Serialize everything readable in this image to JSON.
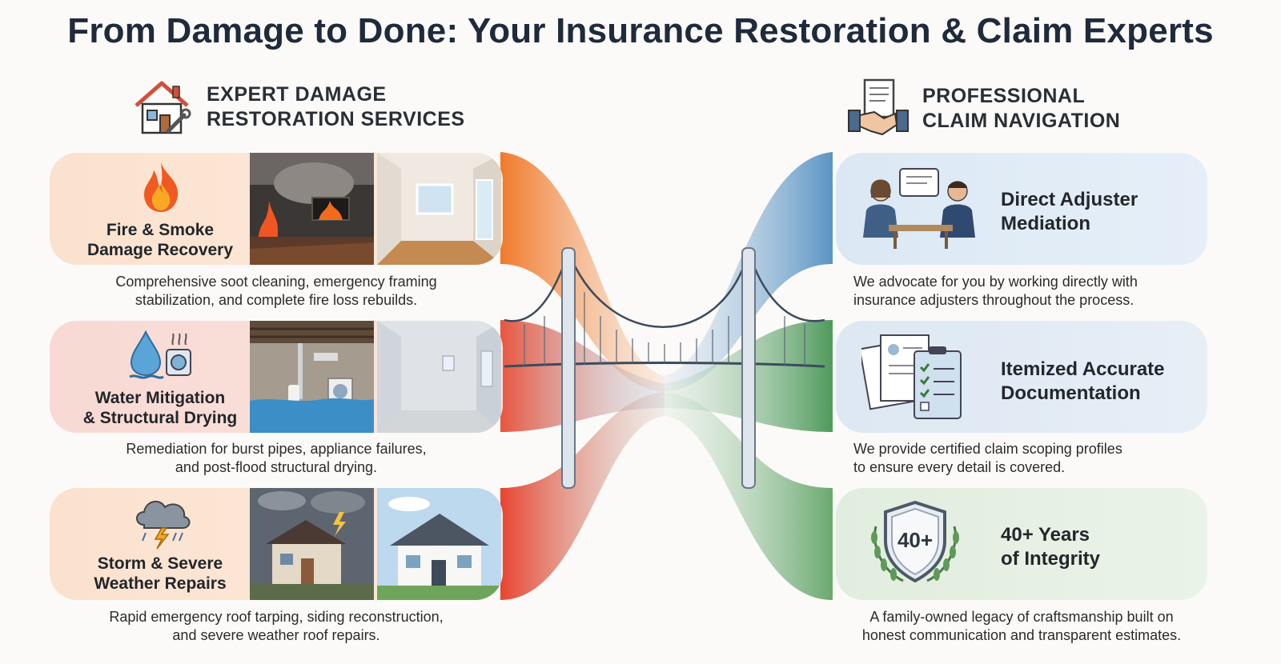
{
  "title": "From Damage to Done: Your Insurance Restoration & Claim Experts",
  "left_section": {
    "heading_line1": "EXPERT DAMAGE",
    "heading_line2": "RESTORATION SERVICES",
    "cards": [
      {
        "label_line1": "Fire & Smoke",
        "label_line2": "Damage Recovery",
        "desc_line1": "Comprehensive soot cleaning, emergency framing",
        "desc_line2": "stabilization, and complete fire loss rebuilds.",
        "icon": "fire-icon"
      },
      {
        "label_line1": "Water Mitigation",
        "label_line2": "& Structural Drying",
        "desc_line1": "Remediation for burst pipes, appliance failures,",
        "desc_line2": "and post-flood structural drying.",
        "icon": "water-drop-icon"
      },
      {
        "label_line1": "Storm & Severe",
        "label_line2": "Weather Repairs",
        "desc_line1": "Rapid emergency roof tarping, siding reconstruction,",
        "desc_line2": "and severe weather roof repairs.",
        "icon": "storm-cloud-icon"
      }
    ]
  },
  "right_section": {
    "heading_line1": "PROFESSIONAL",
    "heading_line2": "CLAIM NAVIGATION",
    "cards": [
      {
        "title_line1": "Direct Adjuster",
        "title_line2": "Mediation",
        "desc_line1": "We advocate for you by working directly with",
        "desc_line2": "insurance adjusters throughout the process.",
        "icon": "meeting-icon"
      },
      {
        "title_line1": "Itemized Accurate",
        "title_line2": "Documentation",
        "desc_line1": "We provide certified claim scoping profiles",
        "desc_line2": "to ensure every detail is covered.",
        "icon": "clipboard-checklist-icon"
      },
      {
        "title_line1": "40+ Years",
        "title_line2": "of Integrity",
        "desc_line1": "A family-owned legacy of craftsmanship built on",
        "desc_line2": "honest communication and transparent estimates.",
        "icon": "shield-badge-icon",
        "badge_text": "40+"
      }
    ]
  },
  "colors": {
    "fire": "#f07a2a",
    "water": "#e8553f",
    "storm": "#e8442f",
    "blue": "#5b94c4",
    "green": "#4f9a5c",
    "title": "#1f2a3c"
  }
}
